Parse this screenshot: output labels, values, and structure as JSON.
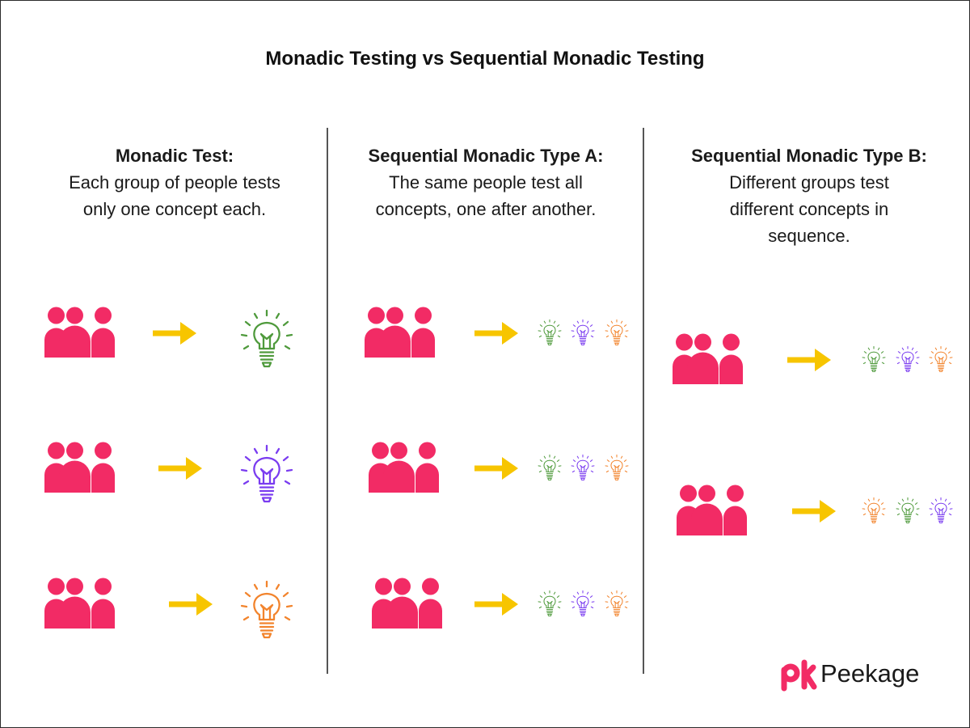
{
  "title": "Monadic Testing vs Sequential Monadic Testing",
  "colors": {
    "people": "#f22b65",
    "arrow": "#f7c500",
    "green": "#4f9a3c",
    "purple": "#7a3cf0",
    "orange": "#f2842d",
    "divider": "#555555"
  },
  "icons": {
    "people": "people-group-icon",
    "arrow": "arrow-right-icon",
    "concept": "lightbulb-icon"
  },
  "columns": [
    {
      "heading": "Monadic Test:",
      "lines": [
        "Each group of people tests",
        "only one concept each."
      ],
      "rows": [
        {
          "bulbs": [
            "green"
          ]
        },
        {
          "bulbs": [
            "purple"
          ]
        },
        {
          "bulbs": [
            "orange"
          ]
        }
      ]
    },
    {
      "heading": "Sequential Monadic Type A:",
      "lines": [
        "The same people test all",
        "concepts, one after another."
      ],
      "rows": [
        {
          "bulbs": [
            "green",
            "purple",
            "orange"
          ]
        },
        {
          "bulbs": [
            "green",
            "purple",
            "orange"
          ]
        },
        {
          "bulbs": [
            "green",
            "purple",
            "orange"
          ]
        }
      ]
    },
    {
      "heading": "Sequential Monadic Type B:",
      "lines": [
        "Different groups test",
        "different concepts in",
        "sequence."
      ],
      "rows": [
        {
          "bulbs": [
            "green",
            "purple",
            "orange"
          ]
        },
        {
          "bulbs": [
            "orange",
            "green",
            "purple"
          ]
        }
      ]
    }
  ],
  "brand": {
    "name": "Peekage",
    "mark": "pk",
    "color": "#f22b65"
  }
}
